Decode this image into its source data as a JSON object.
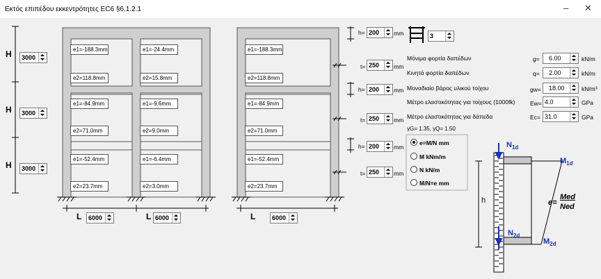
{
  "window": {
    "title": "Εκτός επιπέδου εκκεντρότητες EC6 §6.1.2.1"
  },
  "heights": [
    {
      "label": "H",
      "value": "3000"
    },
    {
      "label": "H",
      "value": "3000"
    },
    {
      "label": "H",
      "value": "3000"
    }
  ],
  "spans": [
    {
      "label": "L",
      "value": "6000"
    },
    {
      "label": "L",
      "value": "6000"
    },
    {
      "label": "L",
      "value": "6000"
    }
  ],
  "frame1": {
    "bay1": [
      {
        "e1": "e1=-188.3mm",
        "e2": "e2=118.8mm"
      },
      {
        "e1": "e1=-84.9mm",
        "e2": "e2=71.0mm"
      },
      {
        "e1": "e1=-52.4mm",
        "e2": "e2=23.7mm"
      }
    ],
    "bay2": [
      {
        "e1": "e1=-24.4mm",
        "e2": "e2=15.8mm"
      },
      {
        "e1": "e1=-9.6mm",
        "e2": "e2=9.0mm"
      },
      {
        "e1": "e1=-6.4mm",
        "e2": "e2=3.0mm"
      }
    ]
  },
  "frame2": [
    {
      "e1": "e1=-188.3mm",
      "e2": "e2=118.8mm"
    },
    {
      "e1": "e1=-84.9mm",
      "e2": "e2=71.0mm"
    },
    {
      "e1": "e1=-52.4mm",
      "e2": "e2=23.7mm"
    }
  ],
  "thickness": [
    {
      "h_label": "h=",
      "h": "200",
      "t_label": "t=",
      "t": "250",
      "unit": "mm"
    },
    {
      "h_label": "h=",
      "h": "200",
      "t_label": "t=",
      "t": "250",
      "unit": "mm"
    },
    {
      "h_label": "h=",
      "h": "200",
      "t_label": "t=",
      "t": "250",
      "unit": "mm"
    }
  ],
  "floors": {
    "value": "3"
  },
  "params": [
    {
      "label": "Μόνιμα φορτία δαπέδων",
      "sym": "g=",
      "value": "6.00",
      "unit": "kN/m"
    },
    {
      "label": "Κινητά φορτία δαπέδων",
      "sym": "q=",
      "value": "2.00",
      "unit": "kN/m"
    },
    {
      "label": "Μοναδιαίο βάρος υλικού τοίχου",
      "sym": "gw=",
      "value": "18.00",
      "unit": "kN/m³"
    },
    {
      "label": "Μέτρο ελαστικότητας για τοίχους (1000fk)",
      "sym": "Ew=",
      "value": "4.0",
      "unit": "GPa"
    },
    {
      "label": "Μέτρο ελαστικότητας για δάπεδα",
      "sym": "Ec=",
      "value": "31.0",
      "unit": "GPa"
    }
  ],
  "factors": "γG= 1.35, γQ= 1.50",
  "radios": [
    {
      "label": "e=M/N mm",
      "checked": true
    },
    {
      "label": "M kNm/m",
      "checked": false
    },
    {
      "label": "N kN/m",
      "checked": false
    },
    {
      "label": "M/N=e mm",
      "checked": false
    }
  ],
  "diagram": {
    "n1": "N",
    "n1_sub": "1d",
    "n2": "N",
    "n2_sub": "2d",
    "m1": "M",
    "m1_sub": "1d",
    "m2": "M",
    "m2_sub": "2d",
    "h": "h",
    "e_label": "e=",
    "med": "Med",
    "ned": "Ned"
  }
}
